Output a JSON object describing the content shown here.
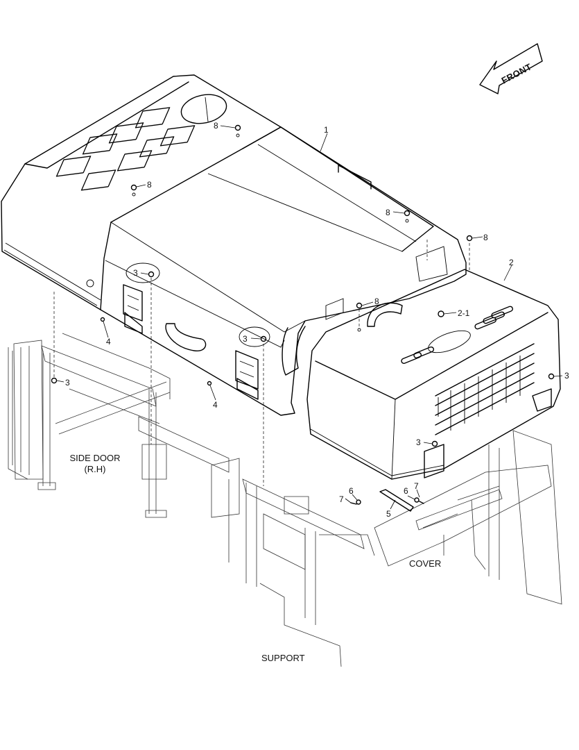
{
  "diagram": {
    "orientation_label": "FRONT",
    "callouts": {
      "c1": "1",
      "c2": "2",
      "c2_1": "2-1",
      "c3a": "3",
      "c3b": "3",
      "c3c": "3",
      "c3d": "3",
      "c3e": "3",
      "c4a": "4",
      "c4b": "4",
      "c5": "5",
      "c6a": "6",
      "c6b": "6",
      "c7a": "7",
      "c7b": "7",
      "c8a": "8",
      "c8b": "8",
      "c8c": "8",
      "c8d": "8",
      "c8e": "8"
    },
    "labels": {
      "side_door_line1": "SIDE DOOR",
      "side_door_line2": "(R.H)",
      "cover": "COVER",
      "support": "SUPPORT"
    }
  }
}
